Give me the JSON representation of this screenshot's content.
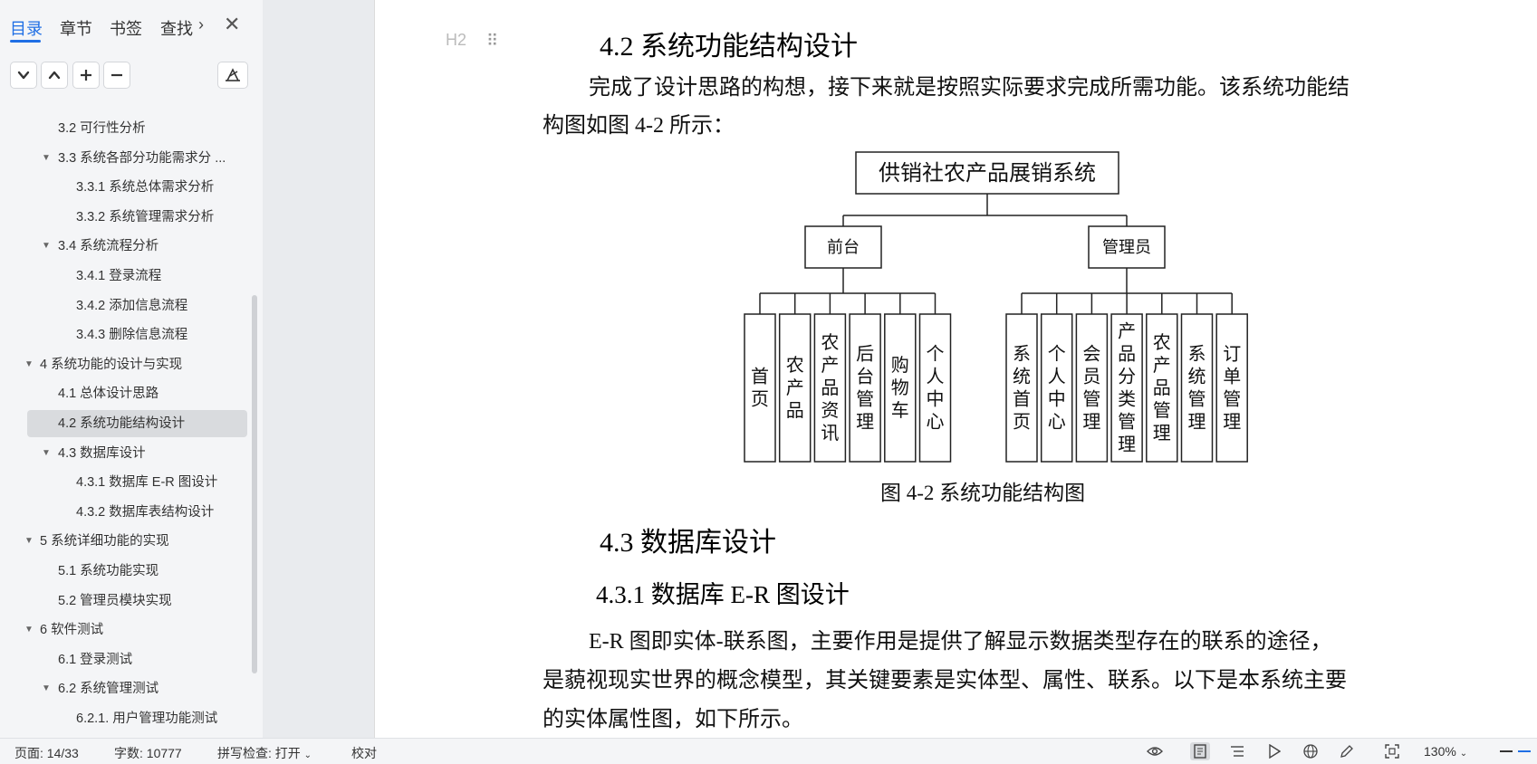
{
  "sidebar": {
    "tabs": [
      "目录",
      "章节",
      "书签",
      "查找"
    ],
    "toc": [
      {
        "label": "3.2  可行性分析",
        "level": 2,
        "expanded": null,
        "selected": false
      },
      {
        "label": "3.3  系统各部分功能需求分 ...",
        "level": 2,
        "expanded": true,
        "selected": false
      },
      {
        "label": "3.3.1  系统总体需求分析",
        "level": 3,
        "expanded": null,
        "selected": false
      },
      {
        "label": "3.3.2  系统管理需求分析",
        "level": 3,
        "expanded": null,
        "selected": false
      },
      {
        "label": "3.4  系统流程分析",
        "level": 2,
        "expanded": true,
        "selected": false
      },
      {
        "label": "3.4.1  登录流程",
        "level": 3,
        "expanded": null,
        "selected": false
      },
      {
        "label": "3.4.2  添加信息流程",
        "level": 3,
        "expanded": null,
        "selected": false
      },
      {
        "label": "3.4.3  删除信息流程",
        "level": 3,
        "expanded": null,
        "selected": false
      },
      {
        "label": "4  系统功能的设计与实现",
        "level": 1,
        "expanded": true,
        "selected": false
      },
      {
        "label": "4.1  总体设计思路",
        "level": 2,
        "expanded": null,
        "selected": false
      },
      {
        "label": "4.2  系统功能结构设计",
        "level": 2,
        "expanded": null,
        "selected": true
      },
      {
        "label": "4.3  数据库设计",
        "level": 2,
        "expanded": true,
        "selected": false
      },
      {
        "label": "4.3.1  数据库 E-R 图设计",
        "level": 3,
        "expanded": null,
        "selected": false
      },
      {
        "label": "4.3.2  数据库表结构设计",
        "level": 3,
        "expanded": null,
        "selected": false
      },
      {
        "label": "5  系统详细功能的实现",
        "level": 1,
        "expanded": true,
        "selected": false
      },
      {
        "label": "5.1 系统功能实现",
        "level": 2,
        "expanded": null,
        "selected": false
      },
      {
        "label": "5.2 管理员模块实现",
        "level": 2,
        "expanded": null,
        "selected": false
      },
      {
        "label": "6  软件测试",
        "level": 1,
        "expanded": true,
        "selected": false
      },
      {
        "label": "6.1  登录测试",
        "level": 2,
        "expanded": null,
        "selected": false
      },
      {
        "label": "6.2  系统管理测试",
        "level": 2,
        "expanded": true,
        "selected": false
      },
      {
        "label": "6.2.1. 用户管理功能测试",
        "level": 3,
        "expanded": null,
        "selected": false
      }
    ]
  },
  "document": {
    "heading_marker": "H2",
    "h_4_2": "4.2  系统功能结构设计",
    "para1_line1": "完成了设计思路的构想，接下来就是按照实际要求完成所需功能。该系统功能结",
    "para1_line2": "构图如图 4-2 所示：",
    "diagram": {
      "root": "供销社农产品展销系统",
      "groups": [
        {
          "name": "前台",
          "children": [
            "首页",
            "农产品",
            "农产品资讯",
            "后台管理",
            "购物车",
            "个人中心"
          ]
        },
        {
          "name": "管理员",
          "children": [
            "系统首页",
            "个人中心",
            "会员管理",
            "产品分类管理",
            "农产品管理",
            "系统管理",
            "订单管理"
          ]
        }
      ]
    },
    "caption": "图 4-2  系统功能结构图",
    "h_4_3": "4.3  数据库设计",
    "h_4_3_1": "4.3.1  数据库 E-R 图设计",
    "para2_line1": "E-R 图即实体-联系图，主要作用是提供了解显示数据类型存在的联系的途径，",
    "para2_line2": "是藐视现实世界的概念模型，其关键要素是实体型、属性、联系。以下是本系统主要",
    "para2_line3": "的实体属性图，如下所示。"
  },
  "statusbar": {
    "page": "页面: 14/33",
    "words": "字数: 10777",
    "spellcheck": "拼写检查: 打开",
    "proofread": "校对",
    "zoom": "130%"
  }
}
